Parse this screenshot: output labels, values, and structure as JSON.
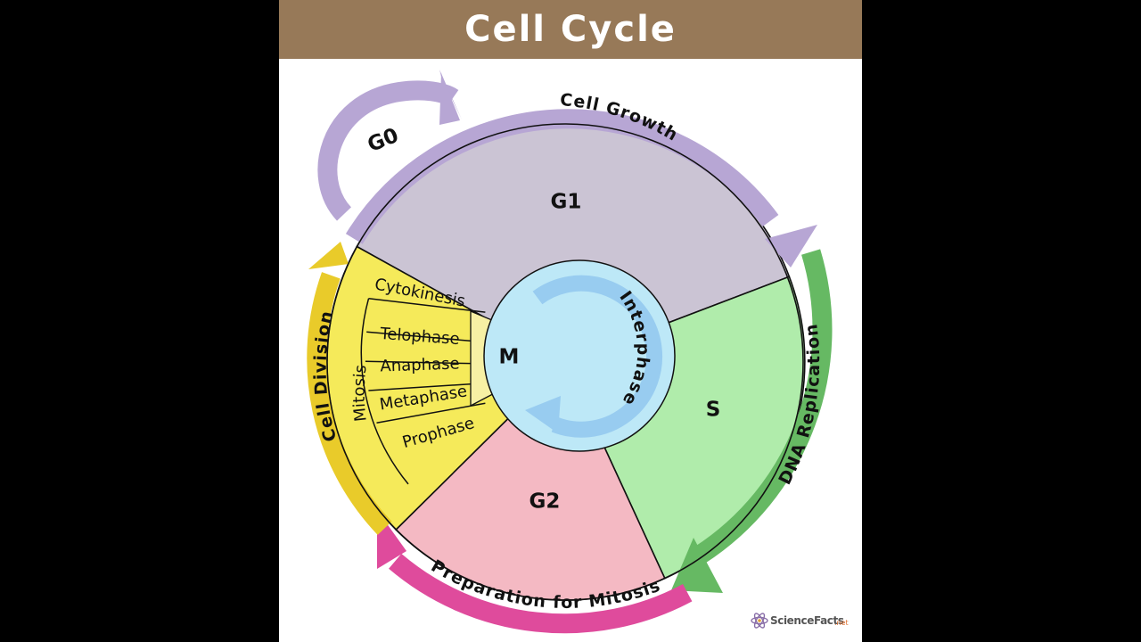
{
  "title": "Cell Cycle",
  "phases": {
    "g0": "G0",
    "g1": "G1",
    "s": "S",
    "g2": "G2",
    "m": "M"
  },
  "ring_labels": {
    "cell_growth": "Cell Growth",
    "dna_replication": "DNA Replication",
    "preparation_for_mitosis": "Preparation for Mitosis",
    "cell_division": "Cell Division"
  },
  "mitosis": {
    "label": "Mitosis",
    "stages": [
      "Cytokinesis",
      "Telophase",
      "Anaphase",
      "Metaphase",
      "Prophase"
    ]
  },
  "center_label": "Interphase",
  "logo": {
    "text": "ScienceFacts",
    "suffix": ".net"
  },
  "colors": {
    "header": "#977958",
    "g1": "#cbc4d4",
    "s": "#b0ecab",
    "g2": "#f4b9c3",
    "mitosis": "#f5ea5a",
    "m_center": "#f7f0a4",
    "interphase_outer": "#bde8f7",
    "interphase_arrow": "#98ccf0",
    "arrow_growth": "#b7a6d4",
    "arrow_dna": "#66b963",
    "arrow_prep": "#df4b9c",
    "arrow_division": "#e9cb2a"
  }
}
